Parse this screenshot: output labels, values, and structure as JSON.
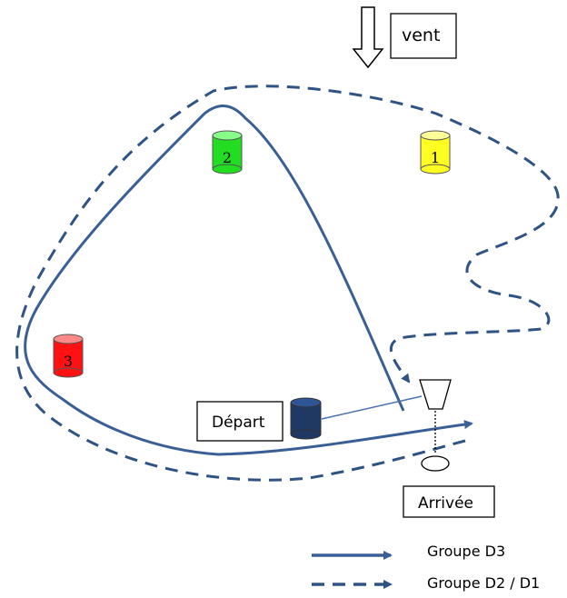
{
  "labels": {
    "wind": "vent",
    "start": "Départ",
    "finish": "Arrivée"
  },
  "buoys": [
    {
      "number": "2",
      "color": "#22dd22",
      "top_color": "#88ff88"
    },
    {
      "number": "1",
      "color": "#ffff22",
      "top_color": "#ffff99"
    },
    {
      "number": "3",
      "color": "#ff1111",
      "top_color": "#ff8888"
    }
  ],
  "start_buoy": {
    "color": "#1f3864",
    "top_color": "#2e5596"
  },
  "legend": [
    {
      "label": "Groupe D3",
      "style": "solid"
    },
    {
      "label": "Groupe D2 / D1",
      "style": "dashed"
    }
  ],
  "colors": {
    "route": "#3a5f96",
    "route_dashed": "#2e5384",
    "signal_line": "#4a72b0"
  }
}
